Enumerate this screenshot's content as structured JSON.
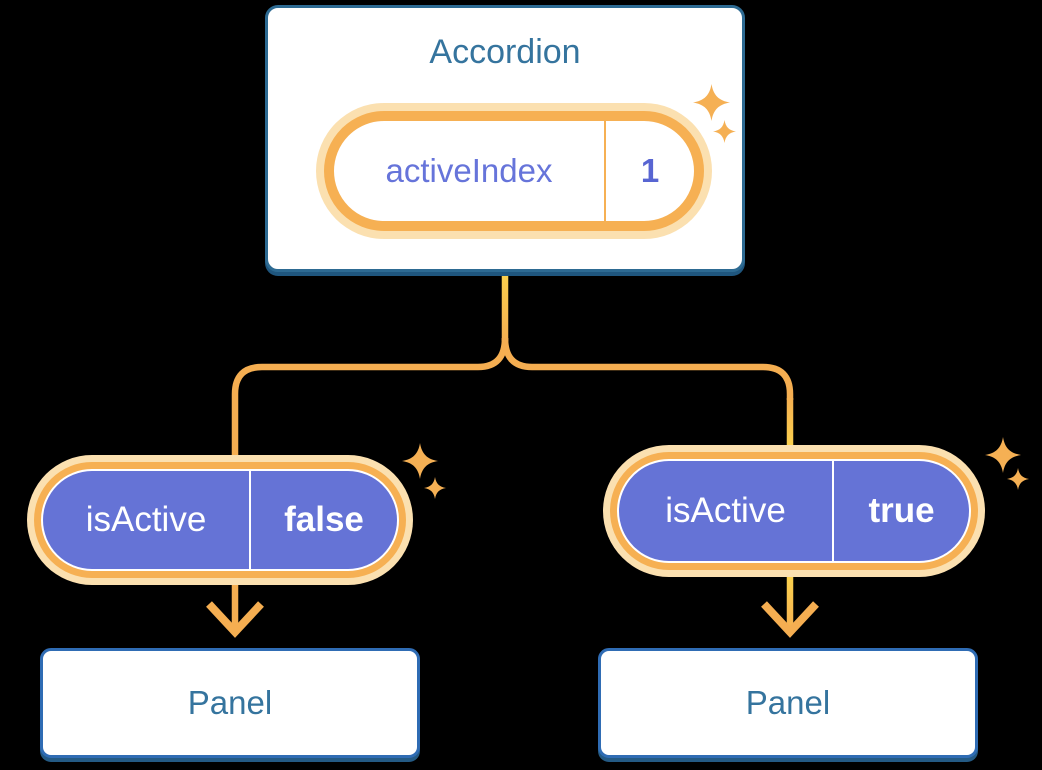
{
  "diagram": {
    "description": "React state diagram: parent Accordion holds activeIndex state, passes isActive props to two Panels",
    "root": {
      "title": "Accordion",
      "state_label": "activeIndex",
      "state_value": "1"
    },
    "left_child": {
      "prop_label": "isActive",
      "prop_value": "false",
      "panel_title": "Panel"
    },
    "right_child": {
      "prop_label": "isActive",
      "prop_value": "true",
      "panel_title": "Panel"
    },
    "icons": {
      "sparkle": "four-point-star"
    },
    "colors": {
      "background": "#000000",
      "box_fill": "#FFFFFF",
      "accordion_border": "#2D6A92",
      "panel_border": "#2F6CB4",
      "heading_text": "#35749E",
      "pill_ring_orange": "#F6B053",
      "pill_halo_cream": "#FBE0B0",
      "prop_pill_purple": "#6573D6",
      "state_text_purple": "#6674DA",
      "line_orange": "#F5AE51",
      "line_yellow": "#FBD14D",
      "sparkle_orange": "#F5B054"
    }
  }
}
